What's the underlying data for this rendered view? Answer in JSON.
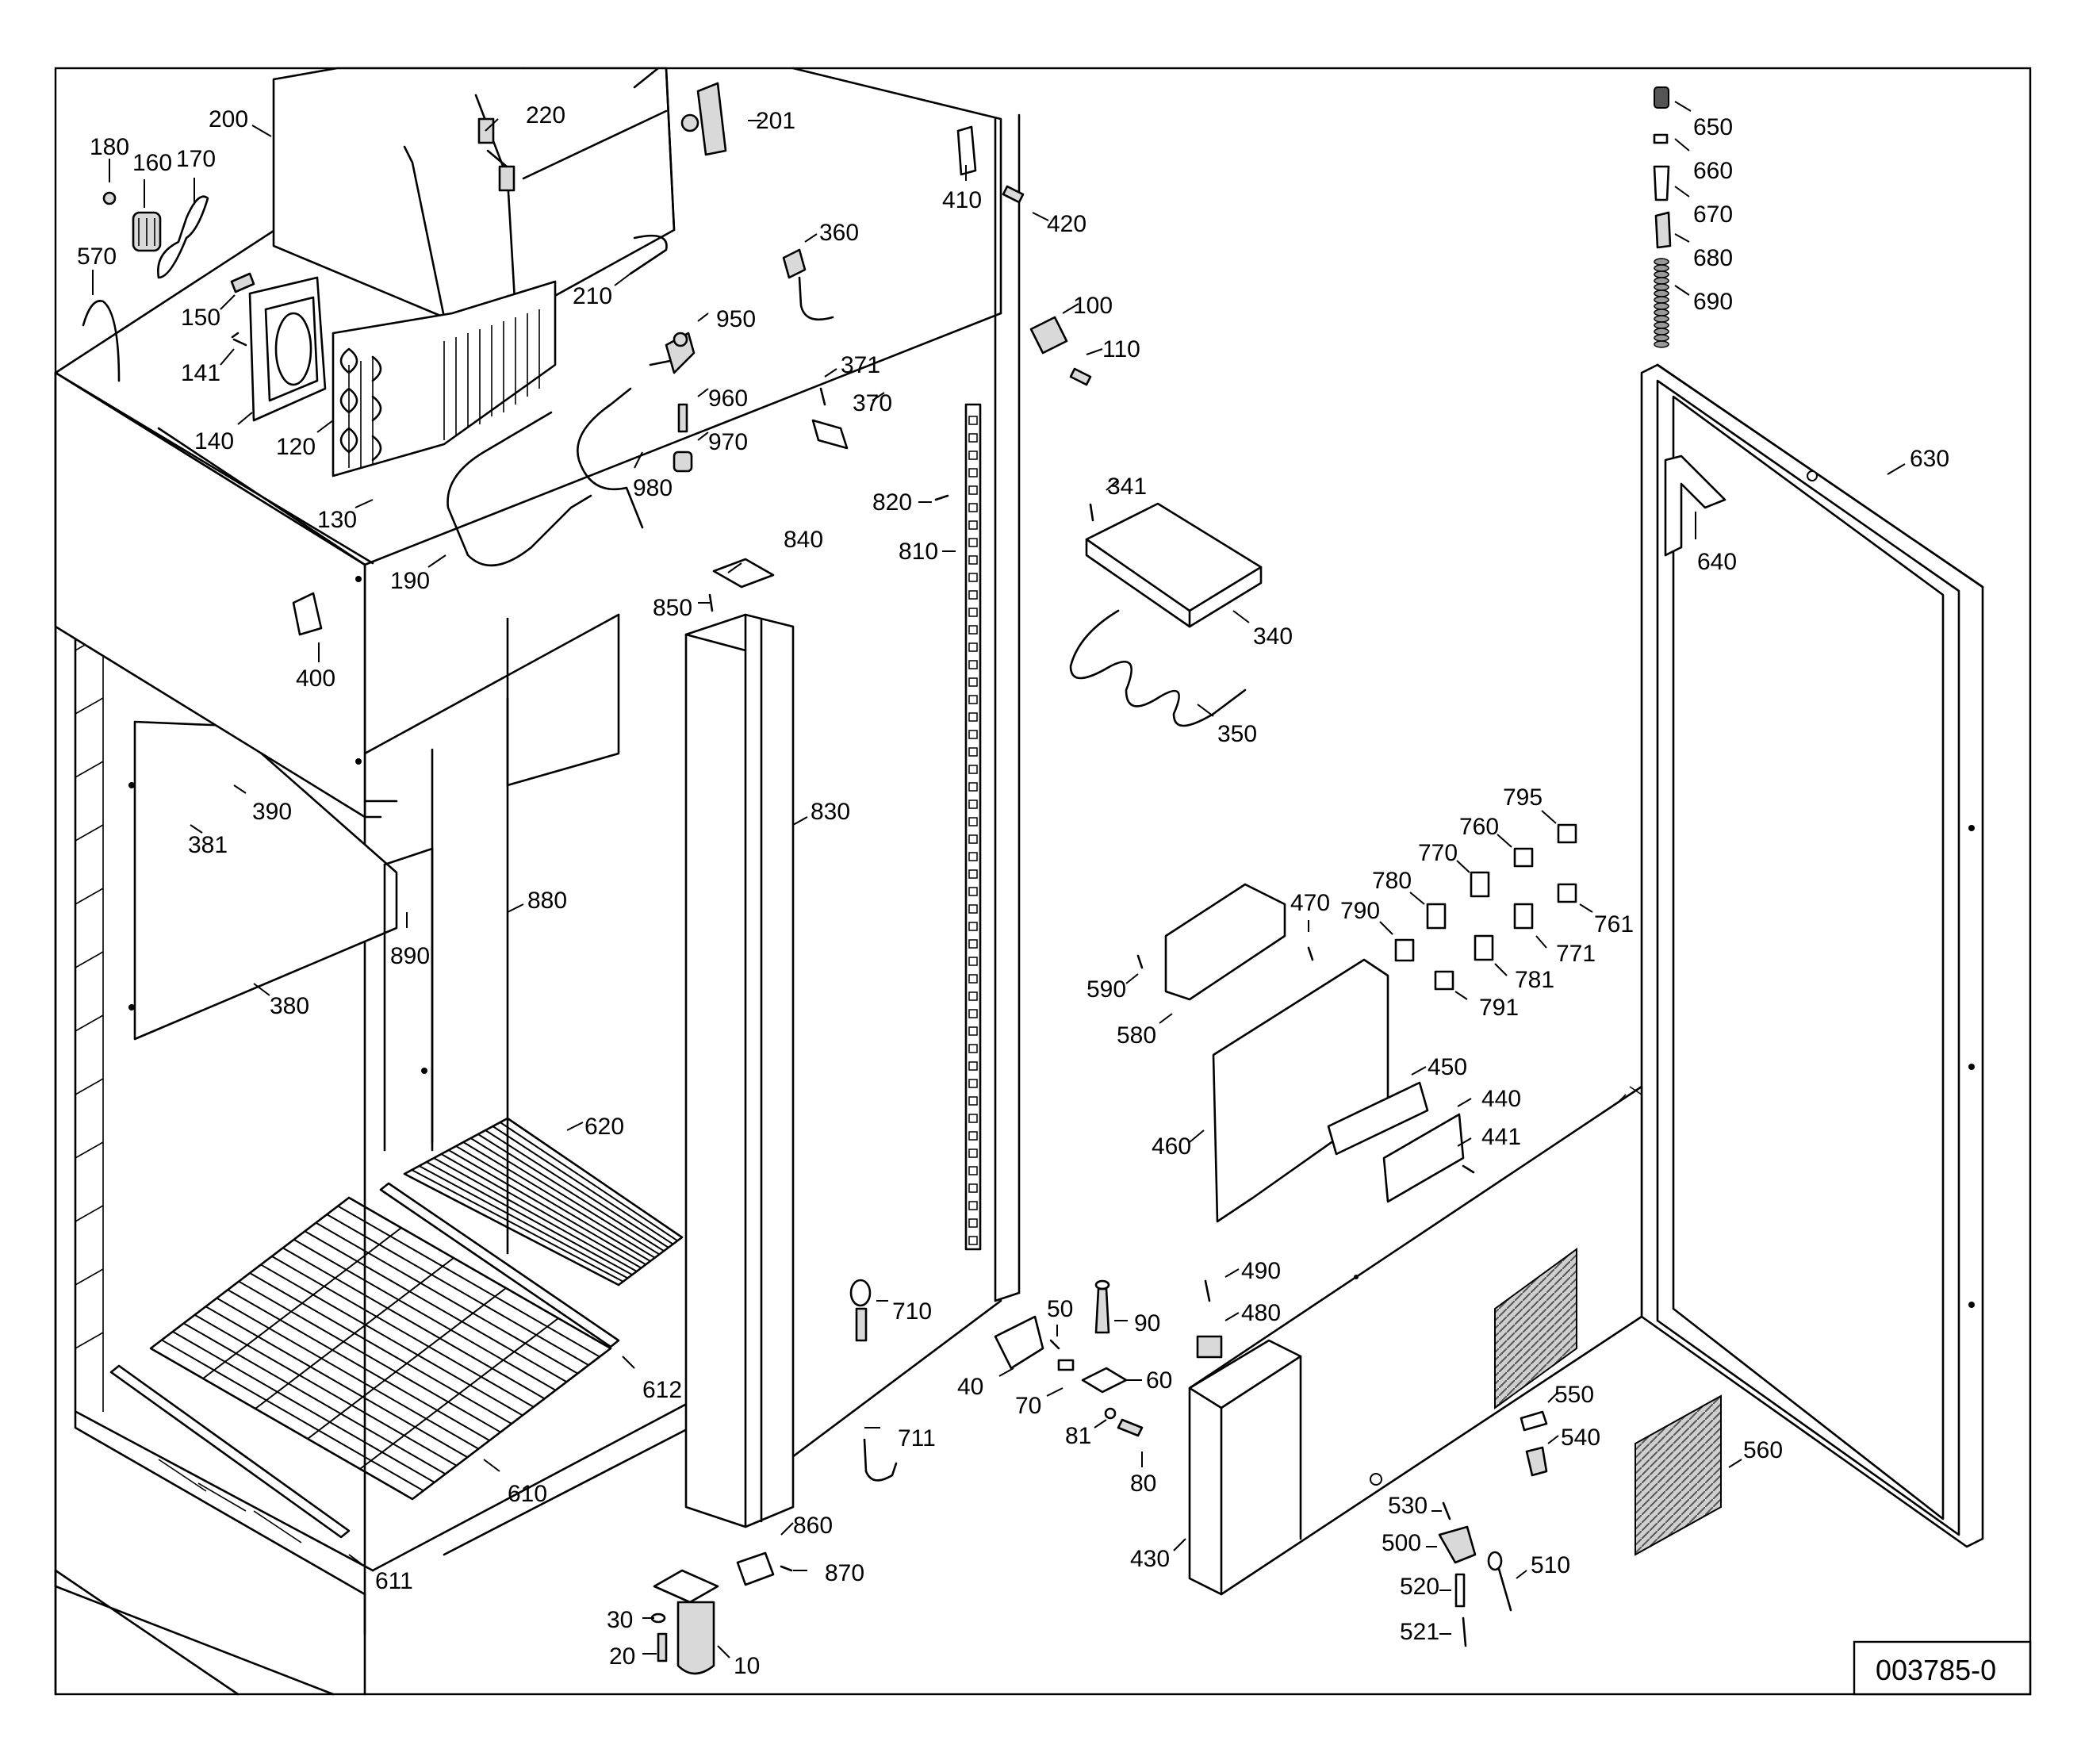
{
  "drawing_code": "003785-0",
  "callouts": [
    {
      "id": "c200",
      "label": "200"
    },
    {
      "id": "c220",
      "label": "220"
    },
    {
      "id": "c201",
      "label": "201"
    },
    {
      "id": "c180",
      "label": "180"
    },
    {
      "id": "c160",
      "label": "160"
    },
    {
      "id": "c170",
      "label": "170"
    },
    {
      "id": "c570",
      "label": "570"
    },
    {
      "id": "c150",
      "label": "150"
    },
    {
      "id": "c141",
      "label": "141"
    },
    {
      "id": "c140",
      "label": "140"
    },
    {
      "id": "c120",
      "label": "120"
    },
    {
      "id": "c130",
      "label": "130"
    },
    {
      "id": "c190",
      "label": "190"
    },
    {
      "id": "c210",
      "label": "210"
    },
    {
      "id": "c360",
      "label": "360"
    },
    {
      "id": "c950",
      "label": "950"
    },
    {
      "id": "c960",
      "label": "960"
    },
    {
      "id": "c970",
      "label": "970"
    },
    {
      "id": "c980",
      "label": "980"
    },
    {
      "id": "c371",
      "label": "371"
    },
    {
      "id": "c370",
      "label": "370"
    },
    {
      "id": "c410",
      "label": "410"
    },
    {
      "id": "c420",
      "label": "420"
    },
    {
      "id": "c100",
      "label": "100"
    },
    {
      "id": "c110",
      "label": "110"
    },
    {
      "id": "c400",
      "label": "400"
    },
    {
      "id": "c820",
      "label": "820"
    },
    {
      "id": "c810",
      "label": "810"
    },
    {
      "id": "c840",
      "label": "840"
    },
    {
      "id": "c850",
      "label": "850"
    },
    {
      "id": "c341",
      "label": "341"
    },
    {
      "id": "c340",
      "label": "340"
    },
    {
      "id": "c350",
      "label": "350"
    },
    {
      "id": "c390",
      "label": "390"
    },
    {
      "id": "c381",
      "label": "381"
    },
    {
      "id": "c830",
      "label": "830"
    },
    {
      "id": "c880",
      "label": "880"
    },
    {
      "id": "c890",
      "label": "890"
    },
    {
      "id": "c380",
      "label": "380"
    },
    {
      "id": "c620",
      "label": "620"
    },
    {
      "id": "c612",
      "label": "612"
    },
    {
      "id": "c610",
      "label": "610"
    },
    {
      "id": "c611",
      "label": "611"
    },
    {
      "id": "c710",
      "label": "710"
    },
    {
      "id": "c711",
      "label": "711"
    },
    {
      "id": "c860",
      "label": "860"
    },
    {
      "id": "c870",
      "label": "870"
    },
    {
      "id": "c30",
      "label": "30"
    },
    {
      "id": "c20",
      "label": "20"
    },
    {
      "id": "c10",
      "label": "10"
    },
    {
      "id": "c50",
      "label": "50"
    },
    {
      "id": "c40",
      "label": "40"
    },
    {
      "id": "c70",
      "label": "70"
    },
    {
      "id": "c90",
      "label": "90"
    },
    {
      "id": "c60",
      "label": "60"
    },
    {
      "id": "c81",
      "label": "81"
    },
    {
      "id": "c80",
      "label": "80"
    },
    {
      "id": "c630",
      "label": "630"
    },
    {
      "id": "c640",
      "label": "640"
    },
    {
      "id": "c650",
      "label": "650"
    },
    {
      "id": "c660",
      "label": "660"
    },
    {
      "id": "c670",
      "label": "670"
    },
    {
      "id": "c680",
      "label": "680"
    },
    {
      "id": "c690",
      "label": "690"
    },
    {
      "id": "c795",
      "label": "795"
    },
    {
      "id": "c760",
      "label": "760"
    },
    {
      "id": "c770",
      "label": "770"
    },
    {
      "id": "c761",
      "label": "761"
    },
    {
      "id": "c780",
      "label": "780"
    },
    {
      "id": "c771",
      "label": "771"
    },
    {
      "id": "c790",
      "label": "790"
    },
    {
      "id": "c781",
      "label": "781"
    },
    {
      "id": "c791",
      "label": "791"
    },
    {
      "id": "c470",
      "label": "470"
    },
    {
      "id": "c590",
      "label": "590"
    },
    {
      "id": "c580",
      "label": "580"
    },
    {
      "id": "c450",
      "label": "450"
    },
    {
      "id": "c440",
      "label": "440"
    },
    {
      "id": "c441",
      "label": "441"
    },
    {
      "id": "c460",
      "label": "460"
    },
    {
      "id": "c490",
      "label": "490"
    },
    {
      "id": "c480",
      "label": "480"
    },
    {
      "id": "c430",
      "label": "430"
    },
    {
      "id": "c550",
      "label": "550"
    },
    {
      "id": "c540",
      "label": "540"
    },
    {
      "id": "c560",
      "label": "560"
    },
    {
      "id": "c530",
      "label": "530"
    },
    {
      "id": "c500",
      "label": "500"
    },
    {
      "id": "c510",
      "label": "510"
    },
    {
      "id": "c520",
      "label": "520"
    },
    {
      "id": "c521",
      "label": "521"
    }
  ]
}
